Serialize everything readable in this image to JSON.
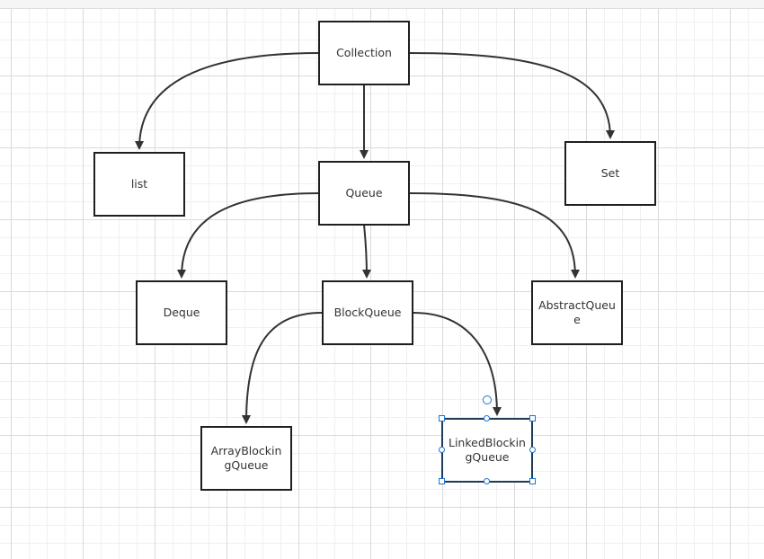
{
  "diagram": {
    "nodes": {
      "collection": "Collection",
      "list": "list",
      "set": "Set",
      "queue": "Queue",
      "deque": "Deque",
      "block_queue": "BlockQueue",
      "abstract_queue": "AbstractQueue",
      "array_blocking_queue": "ArrayBlockingQueue",
      "linked_blocking_queue": "LinkedBlockingQueue"
    },
    "edges": [
      {
        "from": "Collection",
        "to": "list"
      },
      {
        "from": "Collection",
        "to": "Queue"
      },
      {
        "from": "Collection",
        "to": "Set"
      },
      {
        "from": "Queue",
        "to": "Deque"
      },
      {
        "from": "Queue",
        "to": "BlockQueue"
      },
      {
        "from": "Queue",
        "to": "AbstractQueue"
      },
      {
        "from": "BlockQueue",
        "to": "ArrayBlockingQueue"
      },
      {
        "from": "BlockQueue",
        "to": "LinkedBlockingQueue"
      }
    ],
    "selected_node": "LinkedBlockingQueue",
    "colors": {
      "border": "#1f1f1f",
      "edge": "#333333",
      "selection": "#1976d2",
      "grid": "#dadada"
    }
  }
}
